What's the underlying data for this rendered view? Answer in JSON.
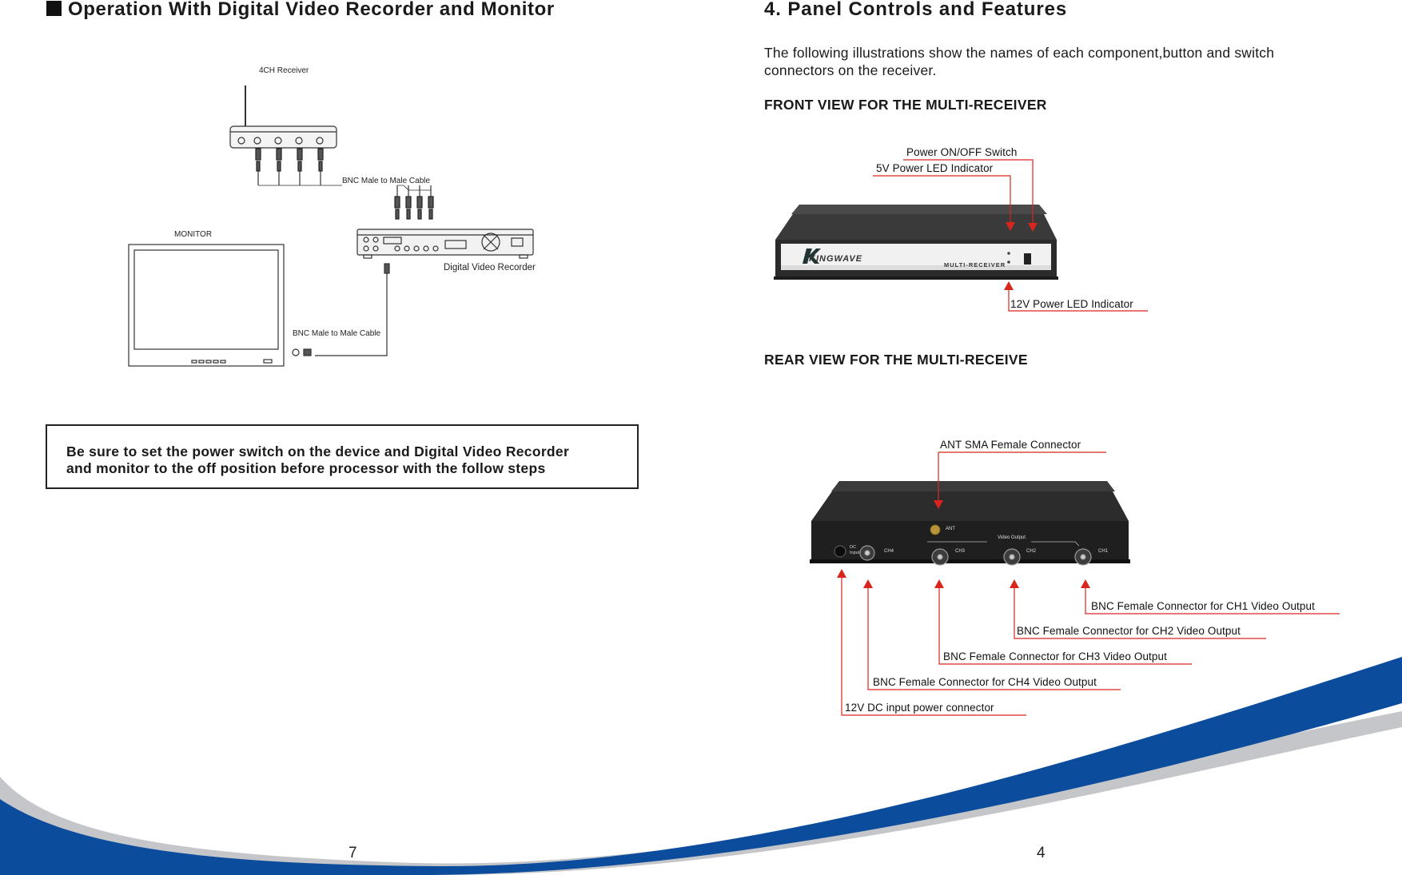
{
  "left_page": {
    "heading": "Operation With Digital Video Recorder and Monitor",
    "diagram": {
      "receiver_label": "4CH Receiver",
      "cable_top_label": "BNC Male to Male Cable",
      "monitor_label": "MONITOR",
      "dvr_label": "Digital Video Recorder",
      "cable_bottom_label": "BNC Male to Male Cable"
    },
    "warning_line1": "Be sure to set the power switch on the device and Digital Video Recorder",
    "warning_line2": "and monitor to the off position before processor with the follow steps",
    "page_number": "7"
  },
  "right_page": {
    "heading": "4. Panel Controls and Features",
    "intro_line1": "The following illustrations show the names of each component,button and switch",
    "intro_line2": "connectors on the receiver.",
    "front_title": "FRONT VIEW FOR THE MULTI-RECEIVER",
    "front_callouts": {
      "power_switch": "Power ON/OFF Switch",
      "led_5v": "5V Power LED Indicator",
      "led_12v": "12V Power LED Indicator"
    },
    "front_device": {
      "brand": "KINGWAVE",
      "model": "MULTI-RECEIVER"
    },
    "rear_title": "REAR VIEW FOR THE MULTI-RECEIVE",
    "rear_callouts": {
      "ant": "ANT SMA Female Connector",
      "ch1": "BNC Female Connector for CH1 Video Output",
      "ch2": "BNC Female Connector for CH2 Video Output",
      "ch3": "BNC Female Connector for CH3 Video Output",
      "ch4": "BNC Female Connector for CH4 Video Output",
      "dc": "12V DC input power connector"
    },
    "rear_device": {
      "ant": "ANT",
      "video_output": "Video Output",
      "dc_input": "DC Input",
      "ch4": "CH4",
      "ch3": "CH3",
      "ch2": "CH2",
      "ch1": "CH1"
    },
    "page_number": "4"
  },
  "colors": {
    "callout_red": "#d9251c",
    "wave_blue": "#0b4c9c",
    "wave_gray": "#c4c6c9"
  }
}
